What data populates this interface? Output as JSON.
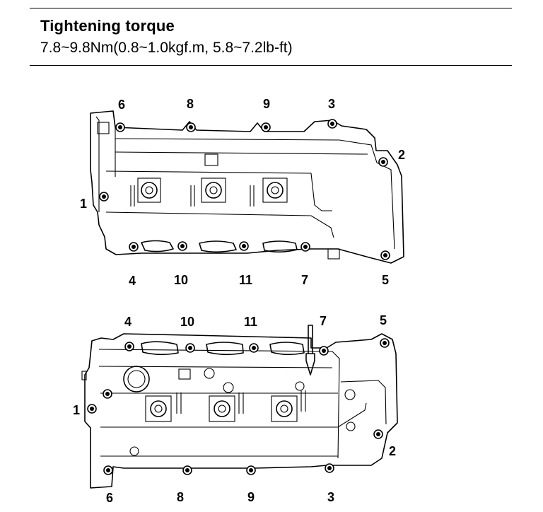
{
  "header": {
    "title": "Tightening torque",
    "spec": "7.8~9.8Nm(0.8~1.0kgf.m, 5.8~7.2lb-ft)"
  },
  "top_view": {
    "bolt_labels": {
      "b1": "1",
      "b2": "2",
      "b3": "3",
      "b4": "4",
      "b5": "5",
      "b6": "6",
      "b7": "7",
      "b8": "8",
      "b9": "9",
      "b10": "10",
      "b11": "11"
    }
  },
  "bottom_view": {
    "bolt_labels": {
      "b1": "1",
      "b2": "2",
      "b3": "3",
      "b4": "4",
      "b5": "5",
      "b6": "6",
      "b7": "7",
      "b8": "8",
      "b9": "9",
      "b10": "10",
      "b11": "11"
    }
  }
}
